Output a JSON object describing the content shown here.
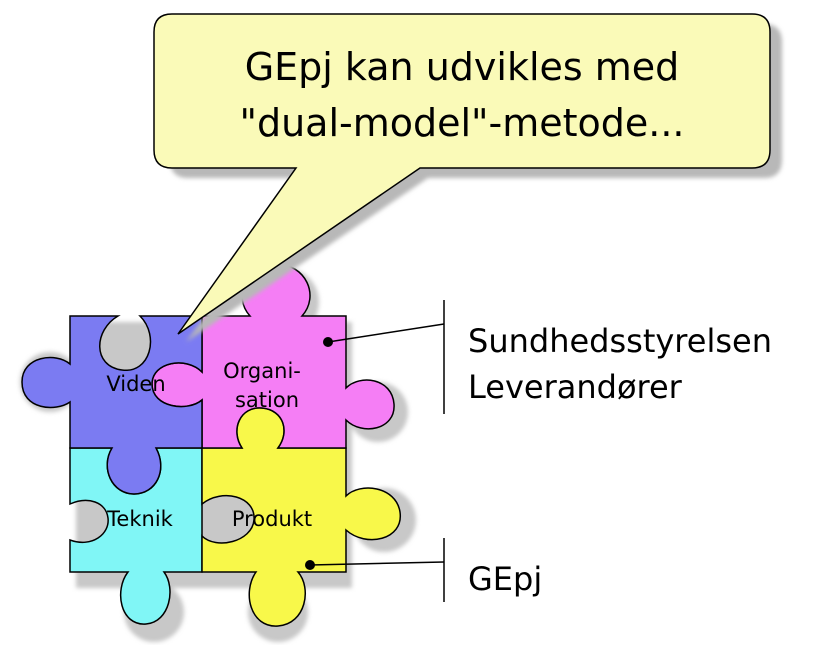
{
  "callout": {
    "line1": "GEpj kan udvikles med",
    "line2": "\"dual-model\"-metode..."
  },
  "pieces": {
    "viden": {
      "label": "Viden",
      "color": "#7b7bf2"
    },
    "organisation": {
      "line1": "Organi-",
      "line2": "sation",
      "color": "#f57ef5"
    },
    "teknik": {
      "label": "Teknik",
      "color": "#80f6f6"
    },
    "produkt": {
      "label": "Produkt",
      "color": "#f8f84a"
    }
  },
  "annotations": {
    "organisation": {
      "line1": "Sundhedsstyrelsen",
      "line2": "Leverandører"
    },
    "produkt": {
      "line1": "GEpj"
    }
  },
  "colors": {
    "callout_fill": "#fafab8",
    "callout_shadow": "#b8b8b8",
    "outline": "#000000"
  }
}
